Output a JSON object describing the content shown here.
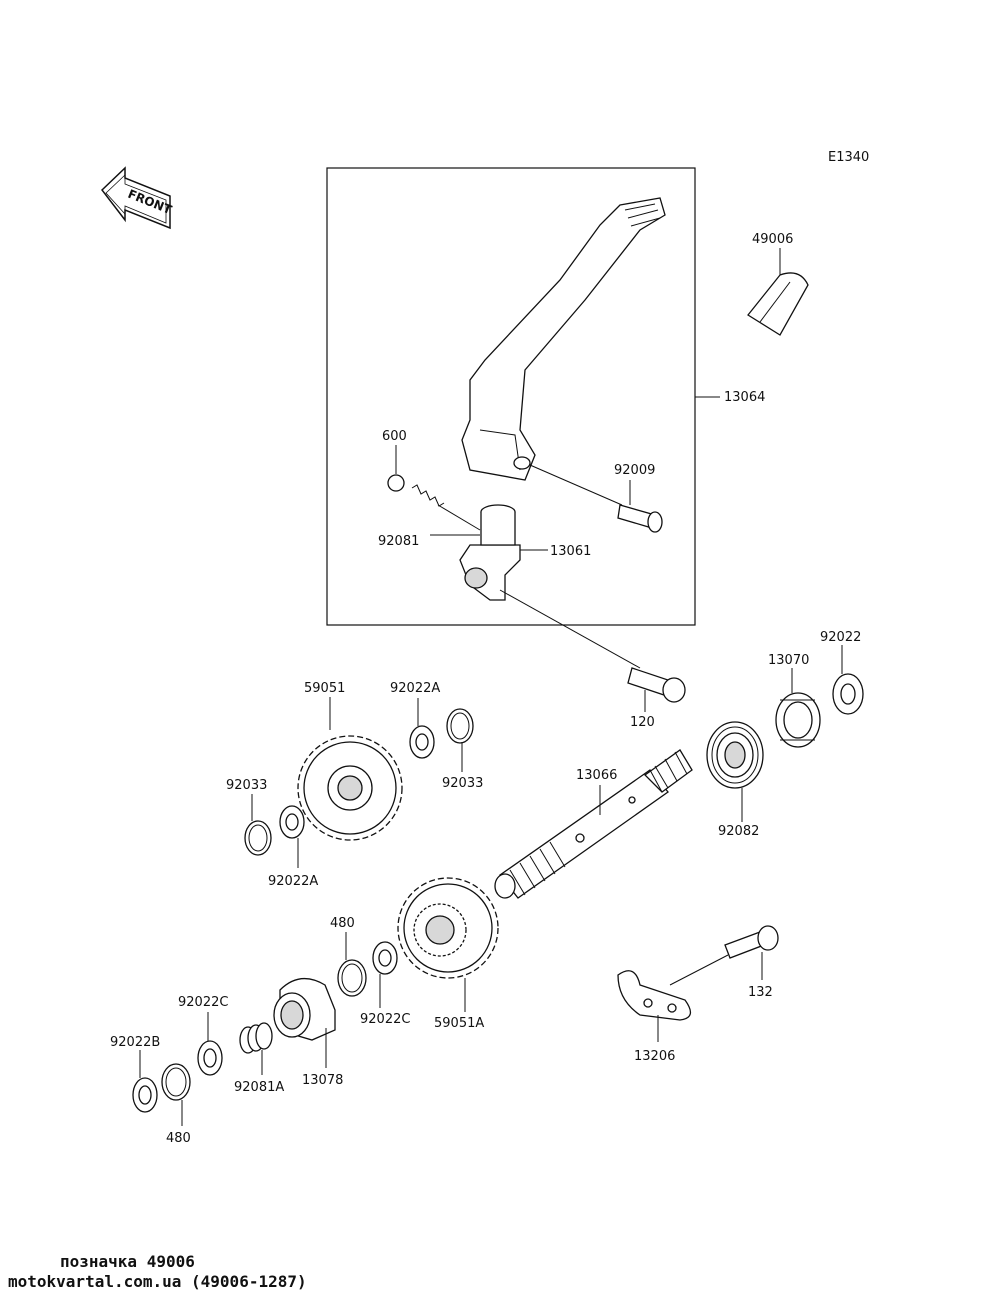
{
  "diagram_code": "E1340",
  "front_marker": "FRONT",
  "labels": {
    "p49006": "49006",
    "p13064": "13064",
    "p600": "600",
    "p92009": "92009",
    "p92081": "92081",
    "p13061": "13061",
    "p92022": "92022",
    "p13070": "13070",
    "p59051": "59051",
    "p92022A_top": "92022A",
    "p120": "120",
    "p92033_left": "92033",
    "p92033_right": "92033",
    "p13066": "13066",
    "p92082": "92082",
    "p92022A_bottom": "92022A",
    "p480_top": "480",
    "p132": "132",
    "p92022C_left": "92022C",
    "p92022C_right": "92022C",
    "p59051A": "59051A",
    "p13206": "13206",
    "p92022B": "92022B",
    "p92081A": "92081A",
    "p13078": "13078",
    "p480_bottom": "480"
  },
  "footer": {
    "line1": "позначка 49006",
    "line2": "motokvartal.com.ua (49006-1287)"
  }
}
